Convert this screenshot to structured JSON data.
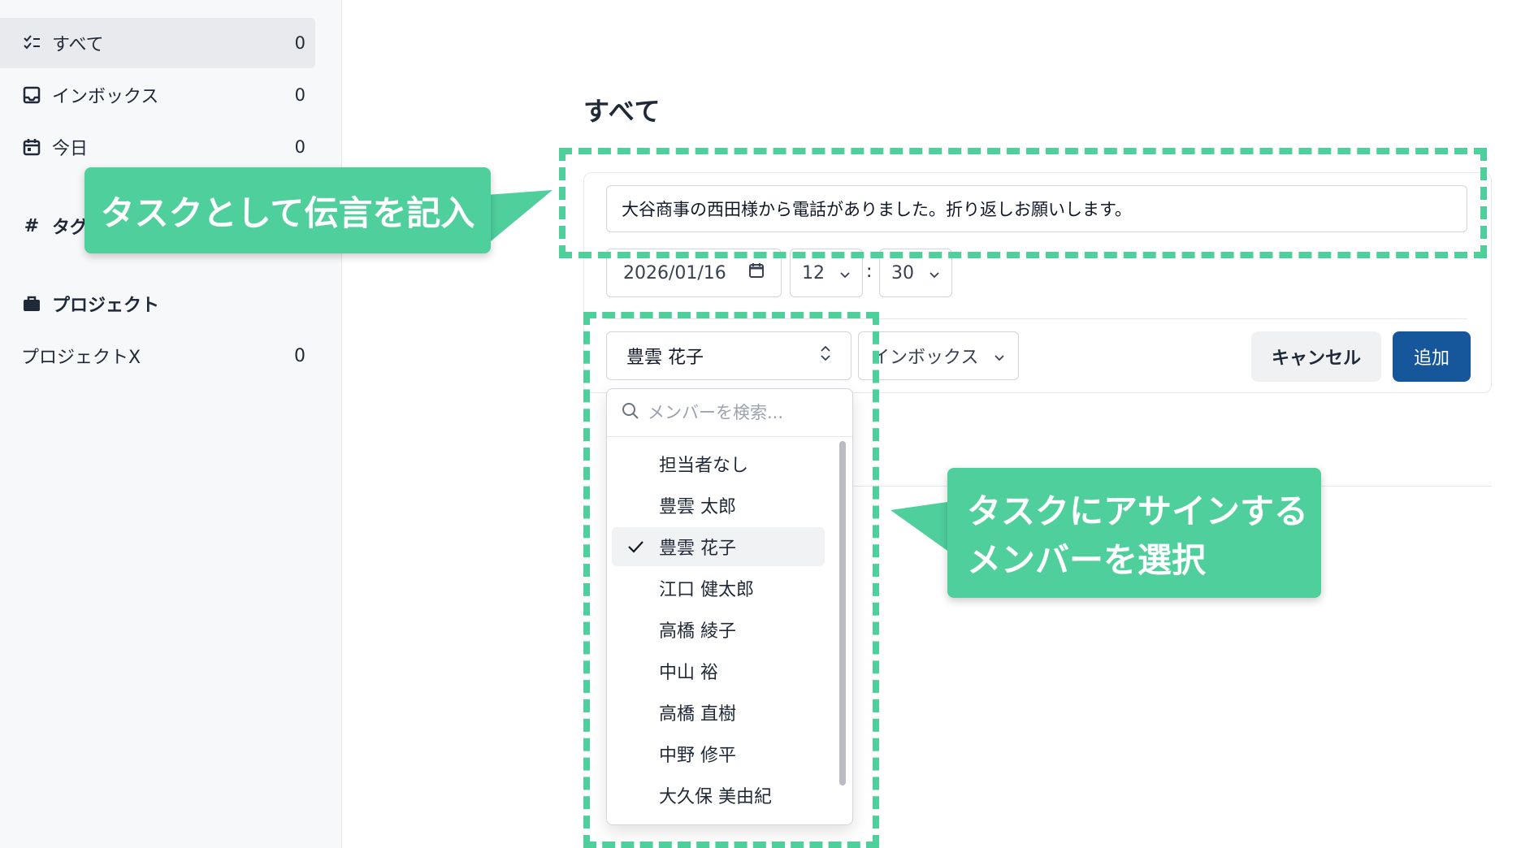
{
  "colors": {
    "accent": "#4ecf9c",
    "primary_button": "#15579a",
    "sidebar_bg": "#f7f8fa"
  },
  "sidebar": {
    "items": [
      {
        "label": "すべて",
        "count": "0",
        "icon": "checklist-icon"
      },
      {
        "label": "インボックス",
        "count": "0",
        "icon": "inbox-icon"
      },
      {
        "label": "今日",
        "count": "0",
        "icon": "calendar-icon"
      }
    ],
    "tags_label": "タグ",
    "projects_label": "プロジェクト",
    "projects": [
      {
        "label": "プロジェクトX",
        "count": "0"
      }
    ]
  },
  "main": {
    "title": "すべて",
    "task_text": "大谷商事の西田様から電話がありました。折り返しお願いします。",
    "date": "2026/01/16",
    "hour": "12",
    "time_separator": ":",
    "minute": "30",
    "assignee": "豊雲 花子",
    "list_select": "インボックス",
    "cancel_label": "キャンセル",
    "add_label": "追加"
  },
  "dropdown": {
    "search_placeholder": "メンバーを検索...",
    "selected_index": 2,
    "members": [
      "担当者なし",
      "豊雲 太郎",
      "豊雲 花子",
      "江口 健太郎",
      "高橋 綾子",
      "中山 裕",
      "高橋 直樹",
      "中野 修平",
      "大久保 美由紀"
    ]
  },
  "annotations": {
    "input_callout": "タスクとして伝言を記入",
    "member_callout_line1": "タスクにアサインする",
    "member_callout_line2": "メンバーを選択"
  }
}
